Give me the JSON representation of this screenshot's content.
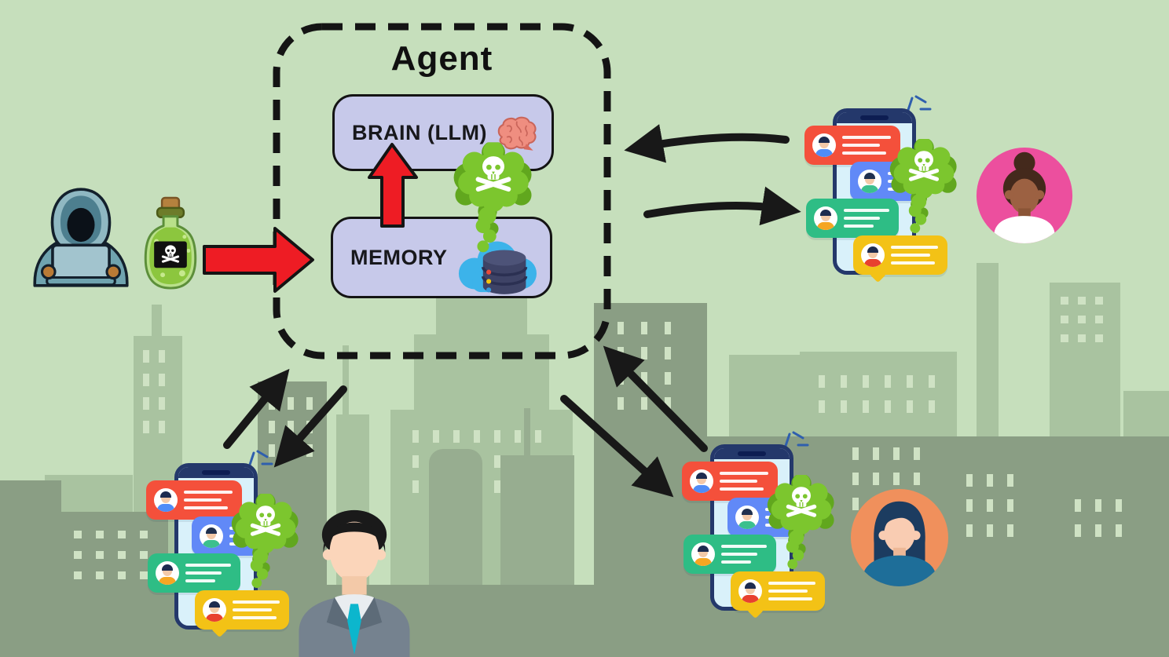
{
  "agent": {
    "title": "Agent",
    "brain_label": "BRAIN (LLM)",
    "memory_label": "MEMORY"
  },
  "icons": {
    "skull-crossbones": "☠",
    "poison-smoke": "green toxic cloud with white skull",
    "poison-bottle": "green flask, black skull label, cork",
    "hacker": "hooded figure typing on laptop",
    "brain": "pink brain",
    "memory-database": "blue cloud with dark database cylinder",
    "notification-sparkle": "blue burst lines",
    "hand-drawn-arrow": "thick black sketch arrow",
    "red-arrow": "red injection arrow with black outline"
  },
  "colors": {
    "background": "#c6dfbc",
    "skyline_back": "#a9c3a0",
    "skyline_mid": "#97ad90",
    "skyline_front": "#8a9e84",
    "window": "#cfe2c4",
    "box_fill": "#c7c9ea",
    "box_border": "#141414",
    "arrow_black": "#181818",
    "arrow_red": "#ee1c24",
    "poison": "#7cc62e",
    "poison_dark": "#61a71e",
    "bubble_red": "#f4503b",
    "bubble_blue": "#6189f7",
    "bubble_green": "#2ebd85",
    "bubble_yellow": "#f3c216",
    "phone_border": "#24386b",
    "phone_screen": "#d9f1fa",
    "notch": "#0d1d52",
    "sparkle_blue": "#2f5fae",
    "avatar_pink": "#ec4f9e",
    "avatar_orange": "#f0905c",
    "suit_gray": "#75828f",
    "tie_teal": "#0cb6cd",
    "cloud_blue": "#3cb3ea",
    "db_navy": "#3e4366"
  }
}
